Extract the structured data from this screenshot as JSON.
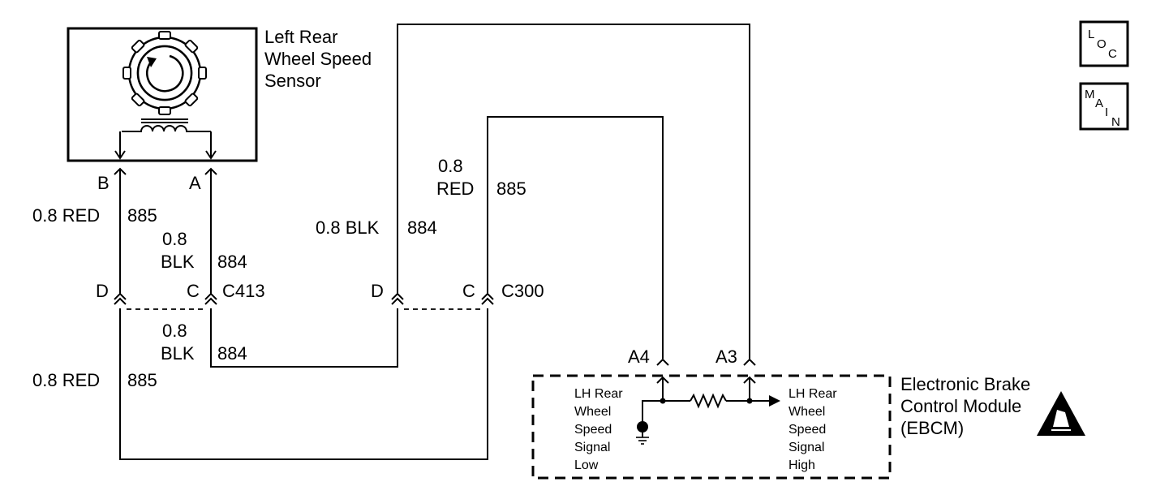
{
  "sensor": {
    "name_lines": [
      "Left Rear",
      "Wheel Speed",
      "Sensor"
    ],
    "pin_b": "B",
    "pin_a": "A"
  },
  "wires": {
    "upper_left_red": "0.8 RED",
    "upper_left_red_circuit": "885",
    "upper_left_blk_gauge": "0.8",
    "upper_left_blk_color": "BLK",
    "upper_left_blk_circuit": "884",
    "lower_blk_gauge": "0.8",
    "lower_blk_color": "BLK",
    "lower_blk_circuit": "884",
    "lower_red": "0.8 RED",
    "lower_red_circuit": "885",
    "upper_right_blk": "0.8 BLK",
    "upper_right_blk_circuit": "884",
    "upper_right_red_gauge": "0.8",
    "upper_right_red_color": "RED",
    "upper_right_red_circuit": "885"
  },
  "connectors": {
    "c413": {
      "name": "C413",
      "pin_d": "D",
      "pin_c": "C"
    },
    "c300": {
      "name": "C300",
      "pin_d": "D",
      "pin_c": "C"
    }
  },
  "ebcm": {
    "name_lines": [
      "Electronic Brake",
      "Control Module",
      "(EBCM)"
    ],
    "pin_a4": "A4",
    "pin_a3": "A3",
    "low_signal_lines": [
      "LH Rear",
      "Wheel",
      "Speed",
      "Signal",
      "Low"
    ],
    "high_signal_lines": [
      "LH Rear",
      "Wheel",
      "Speed",
      "Signal",
      "High"
    ]
  },
  "icons": {
    "loc": {
      "name": "loc-icon",
      "letters": [
        "L",
        "O",
        "C"
      ]
    },
    "main": {
      "name": "main-icon",
      "letters": [
        "M",
        "A",
        "I",
        "N"
      ]
    },
    "esd": {
      "name": "esd-warning-icon"
    }
  }
}
